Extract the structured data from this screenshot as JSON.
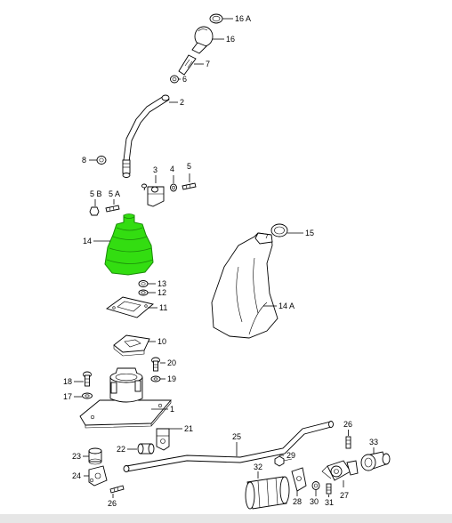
{
  "diagram": {
    "labels": {
      "p16A": "16 A",
      "p16": "16",
      "p7": "7",
      "p6": "6",
      "p2": "2",
      "p8": "8",
      "p3": "3",
      "p4": "4",
      "p5": "5",
      "p5B": "5 B",
      "p5A": "5 A",
      "p15": "15",
      "p14": "14",
      "p14A": "14 A",
      "p13": "13",
      "p12": "12",
      "p11": "11",
      "p10": "10",
      "p20": "20",
      "p18": "18",
      "p19": "19",
      "p17": "17",
      "p1": "1",
      "p21": "21",
      "p22": "22",
      "p25": "25",
      "p26a": "26",
      "p33": "33",
      "p29": "29",
      "p23": "23",
      "p24": "24",
      "p26b": "26",
      "p32": "32",
      "p28": "28",
      "p30": "30",
      "p31": "31",
      "p27": "27"
    },
    "colors": {
      "line": "#000000",
      "highlight": "#33dd11",
      "highlight_edge": "#1a8a08",
      "background": "#ffffff"
    }
  }
}
